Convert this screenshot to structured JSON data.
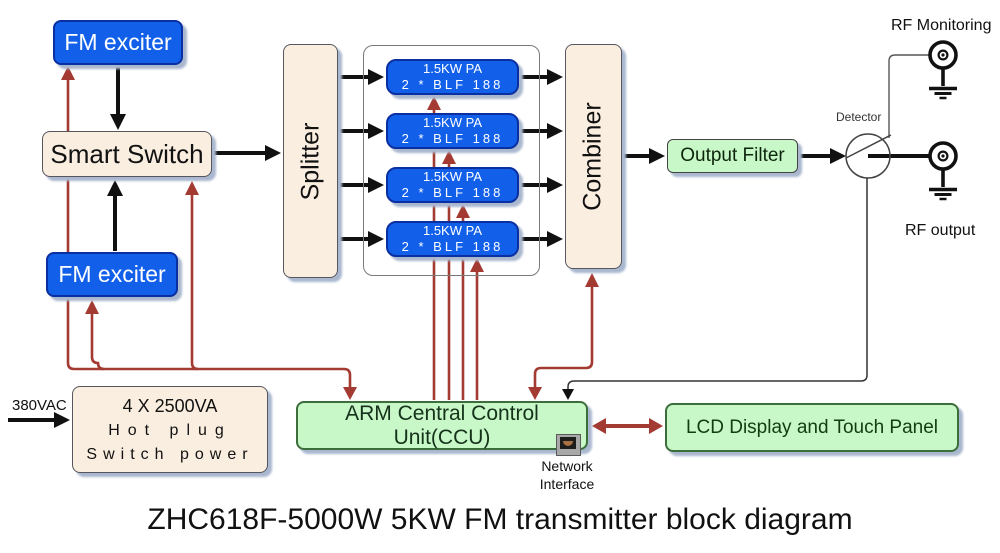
{
  "title": "ZHC618F-5000W  5KW  FM transmitter block diagram",
  "nodes": {
    "fm_exciter_top": {
      "label": "FM exciter"
    },
    "fm_exciter_bottom": {
      "label": "FM exciter"
    },
    "smart_switch": {
      "label": "Smart Switch"
    },
    "splitter": {
      "label": "Splitter"
    },
    "combiner": {
      "label": "Combiner"
    },
    "pa": {
      "line1": "1.5KW PA",
      "line2": "2 * BLF 188"
    },
    "output_filter": {
      "label": "Output Filter"
    },
    "power_supply": {
      "line1": "4 X 2500VA",
      "line2": "Hot plug",
      "line3": "Switch power"
    },
    "ccu": {
      "label": "ARM Central Control Unit(CCU)"
    },
    "lcd": {
      "label": "LCD Display and Touch Panel"
    }
  },
  "labels": {
    "input_voltage": "380VAC",
    "detector": "Detector",
    "rf_monitoring": "RF Monitoring",
    "rf_output": "RF output",
    "network_interface_line1": "Network",
    "network_interface_line2": "Interface"
  },
  "colors": {
    "box_blue": "#1260ea",
    "box_cream": "#faeee0",
    "box_green": "#c8f7c8",
    "wire_red": "#a33b32",
    "wire_black": "#111111",
    "shadow": "#a9b7cf"
  }
}
